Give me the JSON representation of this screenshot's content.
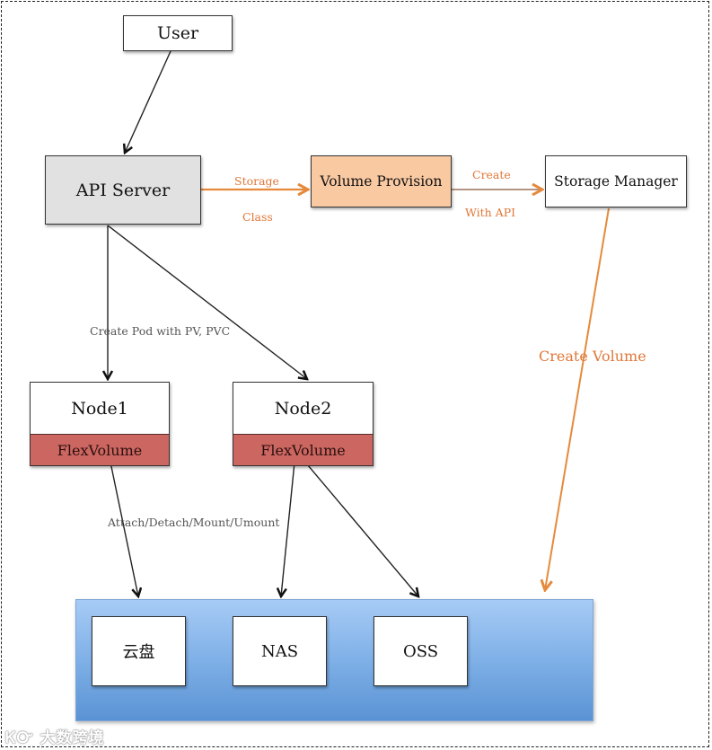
{
  "diagram": {
    "nodes": {
      "user": "User",
      "api_server": "API Server",
      "volume_provision": "Volume Provision",
      "storage_manager": "Storage Manager",
      "node1": {
        "name": "Node1",
        "plugin": "FlexVolume"
      },
      "node2": {
        "name": "Node2",
        "plugin": "FlexVolume"
      }
    },
    "storage_backends": [
      "云盘",
      "NAS",
      "OSS"
    ],
    "edge_labels": {
      "storage_class_top": "Storage",
      "storage_class_bottom": "Class",
      "create_with_api_top": "Create",
      "create_with_api_bottom": "With API",
      "create_pod": "Create Pod with PV, PVC",
      "attach_detach": "Attach/Detach/Mount/Umount",
      "create_volume": "Create Volume"
    },
    "colors": {
      "api_server_fill": "#e1e1e1",
      "volume_provision_fill": "#f9c9a2",
      "flexvolume_fill": "#cc6660",
      "storage_fill": "#7fb0e7",
      "orange_accent": "#e0773a"
    }
  },
  "watermark": "大数跨境"
}
